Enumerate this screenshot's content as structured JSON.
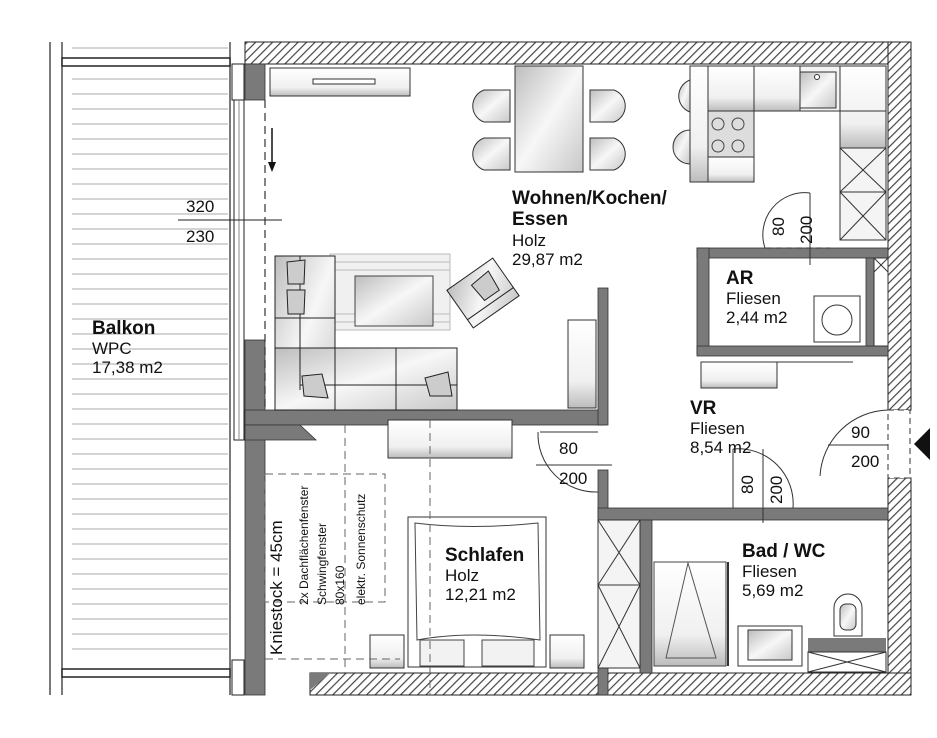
{
  "plan": {
    "rooms": [
      {
        "id": "balkon",
        "name": "Balkon",
        "floor": "WPC",
        "area": "17,38 m2"
      },
      {
        "id": "wohnen",
        "name": "Wohnen/Kochen/",
        "name2": "Essen",
        "floor": "Holz",
        "area": "29,87 m2"
      },
      {
        "id": "ar",
        "name": "AR",
        "floor": "Fliesen",
        "area": "2,44 m2"
      },
      {
        "id": "vr",
        "name": "VR",
        "floor": "Fliesen",
        "area": "8,54 m2"
      },
      {
        "id": "schlafen",
        "name": "Schlafen",
        "floor": "Holz",
        "area": "12,21 m2"
      },
      {
        "id": "bad",
        "name": "Bad / WC",
        "floor": "Fliesen",
        "area": "5,69 m2"
      }
    ],
    "doors": [
      {
        "id": "balcony-door",
        "width": "320",
        "height": "230"
      },
      {
        "id": "ar-door",
        "width": "80",
        "height": "200"
      },
      {
        "id": "entrance-door",
        "width": "90",
        "height": "200"
      },
      {
        "id": "schlafen-door",
        "width": "80",
        "height": "200"
      },
      {
        "id": "bad-door",
        "width": "80",
        "height": "200"
      }
    ],
    "notes": {
      "kniestock": "Kniestock = 45cm",
      "skylight_line1": "2x Dachflächenfenster",
      "skylight_line2": "Schwingfenster",
      "skylight_line3": "80x160",
      "skylight_line4": "elektr. Sonnenschutz"
    },
    "colors": {
      "wall": "#7a7a7a",
      "hatch": "#555555",
      "line": "#222222",
      "furniture_fill": "#e4e4e4"
    }
  }
}
